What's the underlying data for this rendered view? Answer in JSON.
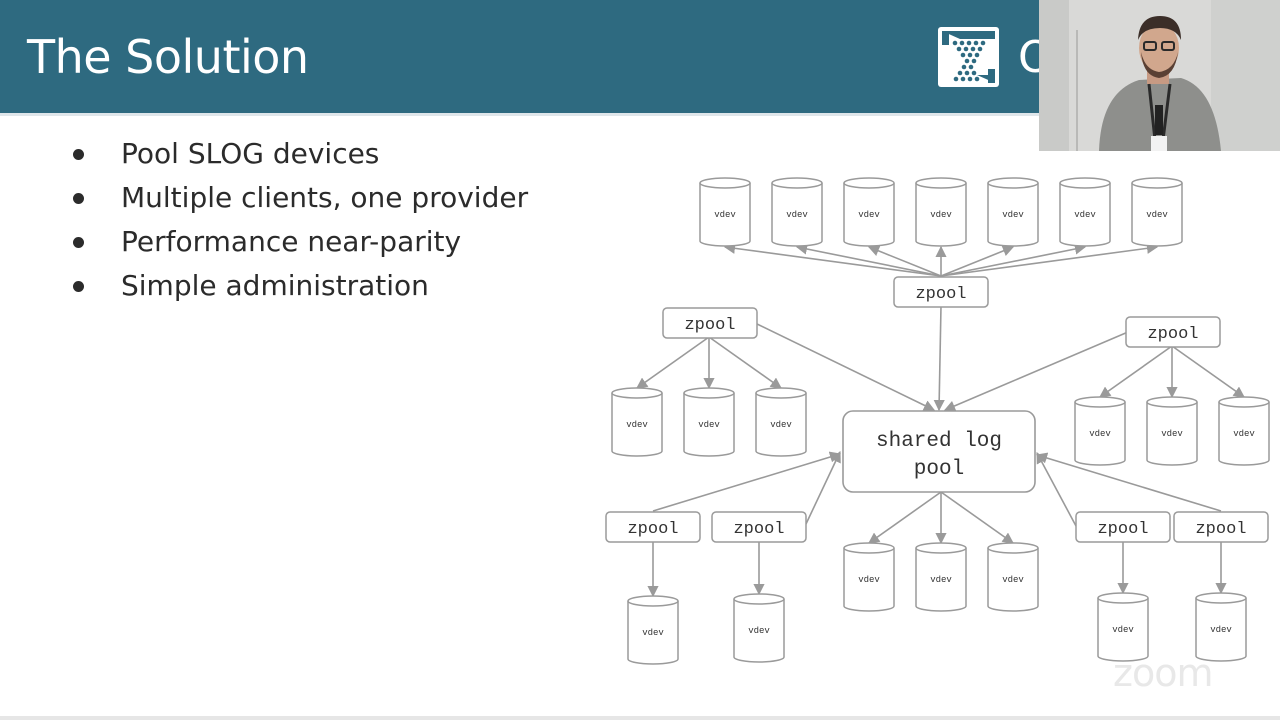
{
  "slide": {
    "title": "The Solution",
    "bullets": [
      "Pool SLOG devices",
      "Multiple clients, one provider",
      "Performance near-parity",
      "Simple administration"
    ],
    "header_color": "#2e6a80",
    "logo_icon": "zfs-logo-icon",
    "logo_partial_text": "O"
  },
  "diagram": {
    "center": {
      "line1": "shared log",
      "line2": "pool"
    },
    "zpool_label": "zpool",
    "vdev_label": "vdev",
    "line_color": "#9a9a9a"
  },
  "overlay": {
    "watermark": "zoom",
    "webcam": "presenter-video"
  }
}
